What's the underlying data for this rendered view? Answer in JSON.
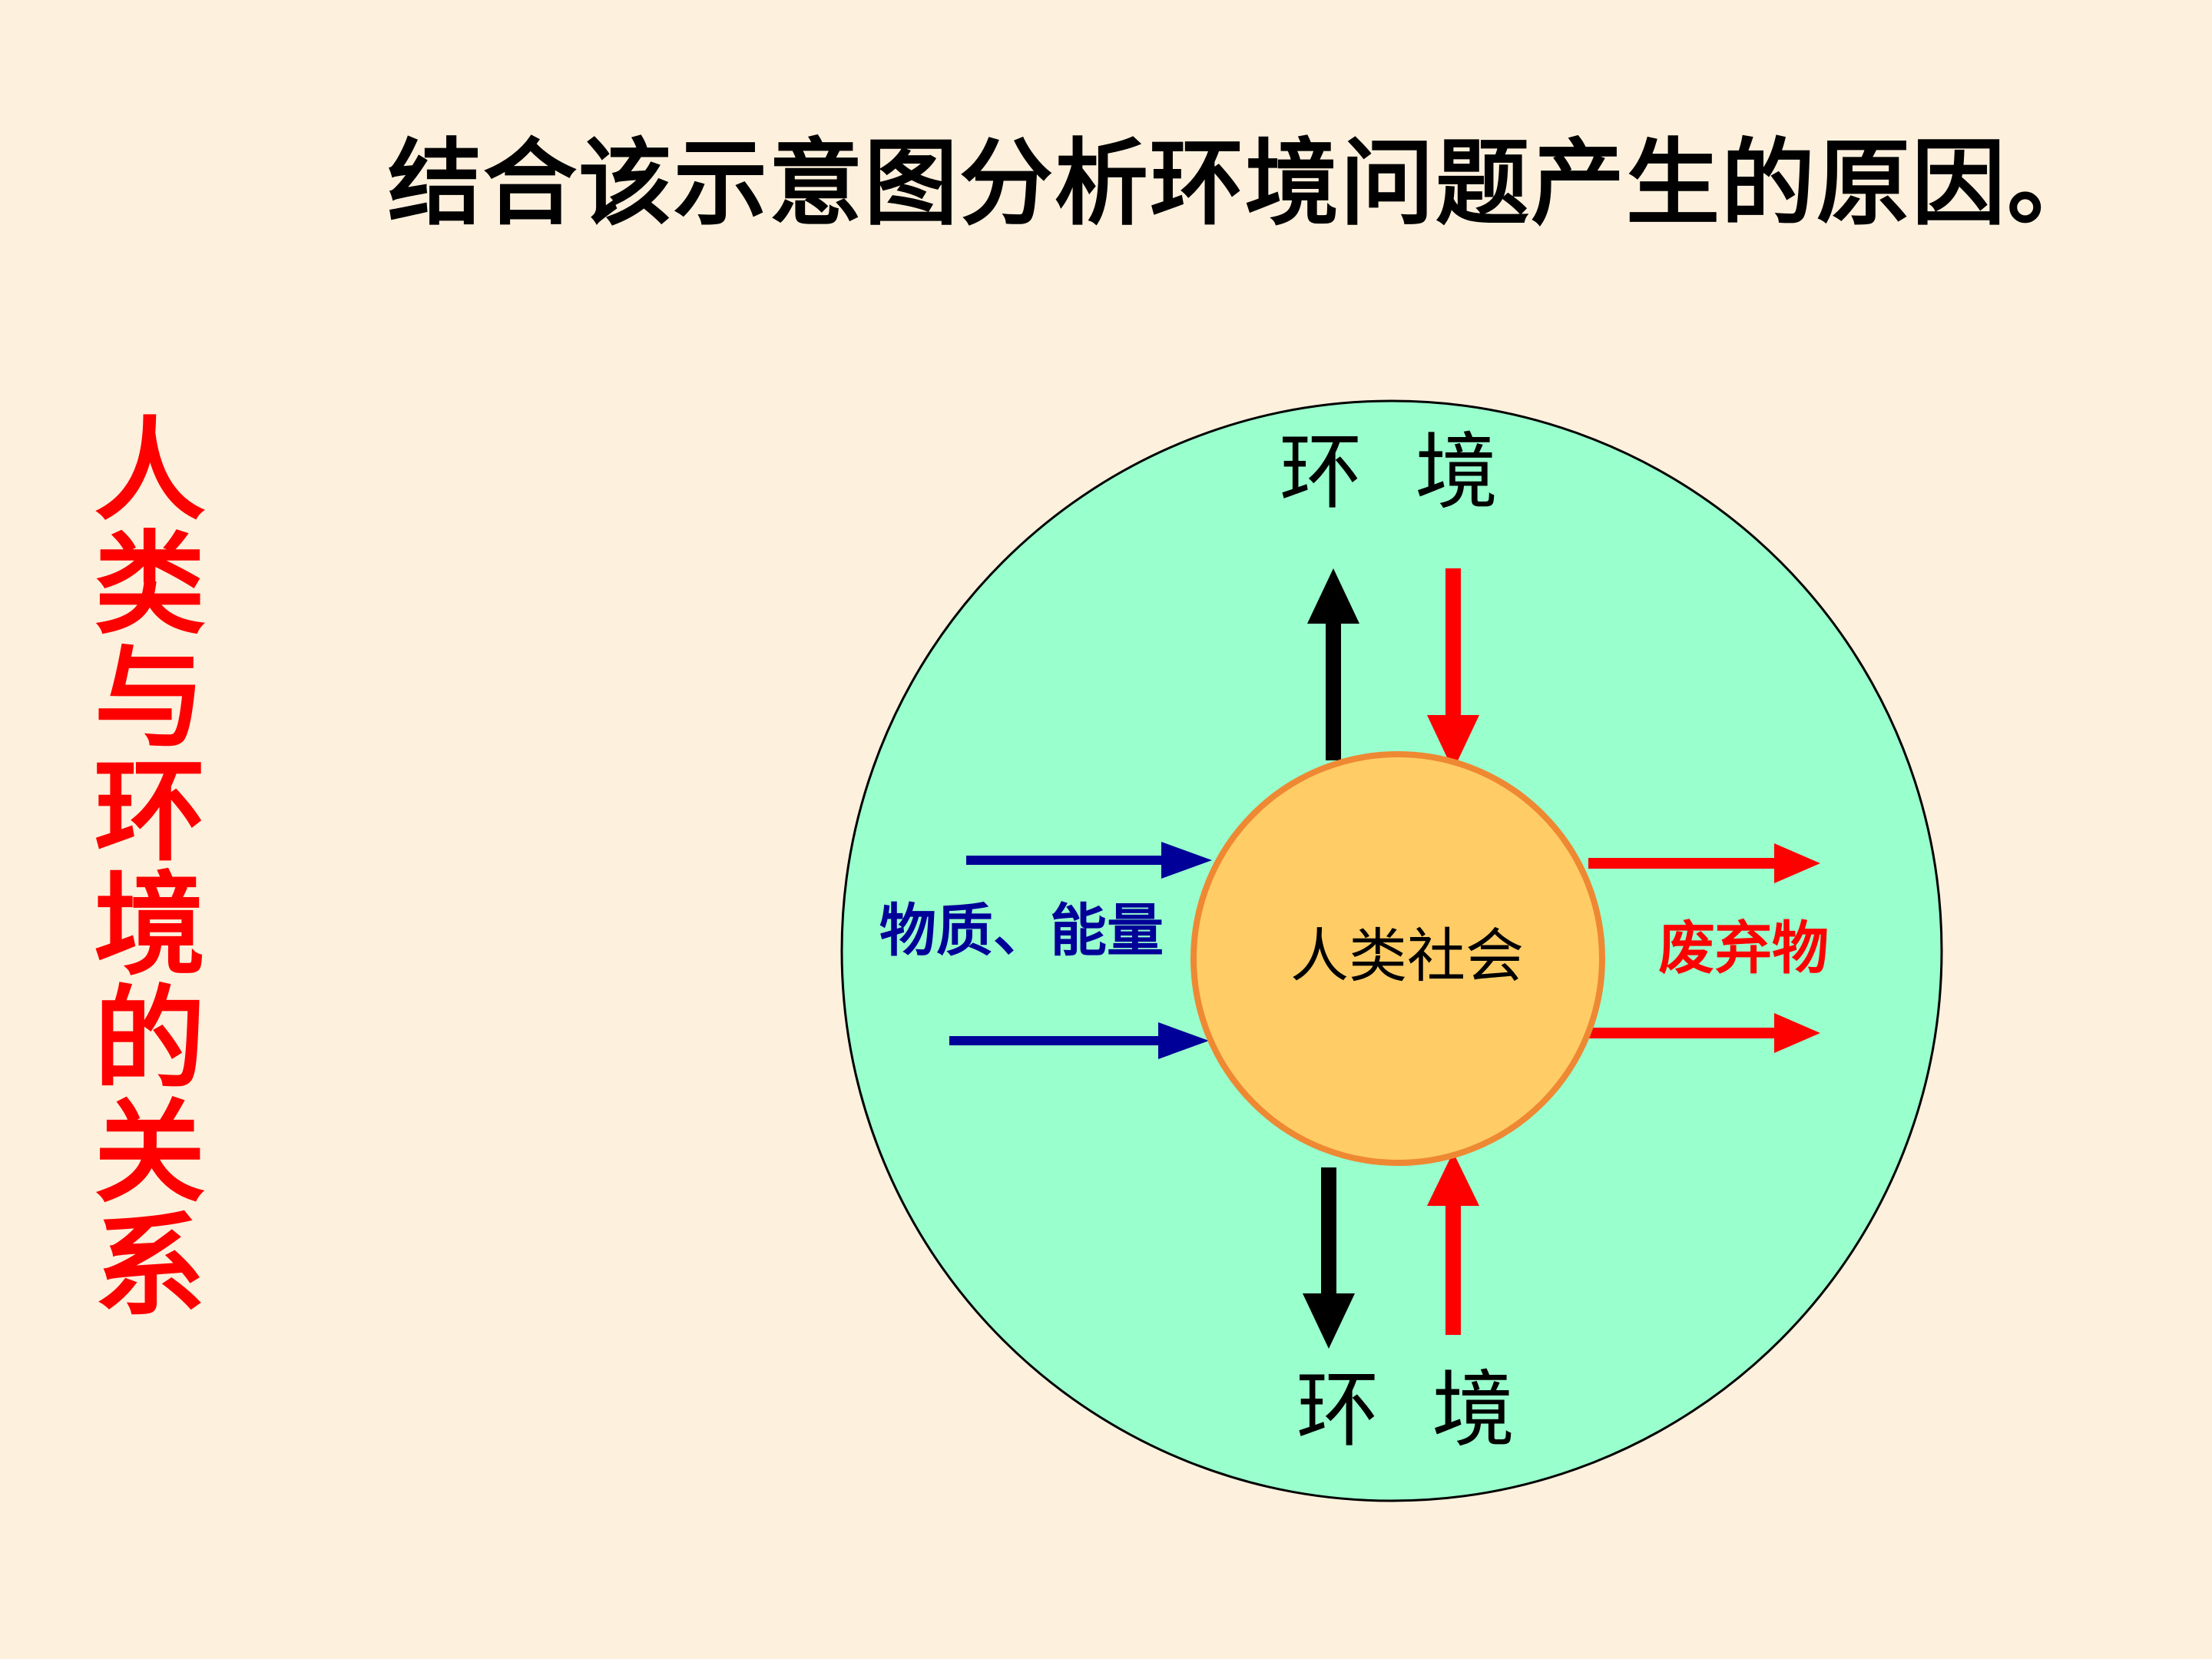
{
  "title": "结合该示意图分析环境问题产生的原因。",
  "side_title": "人类与环境的关系",
  "diagram": {
    "environment_top": "环  境",
    "environment_bottom": "环  境",
    "center_label": "人类社会",
    "input_label": "物质、能量",
    "output_label": "废弃物"
  },
  "colors": {
    "background": "#fdf0dd",
    "outer_circle": "#99ffcc",
    "inner_circle": "#ffcc66",
    "inner_border": "#ee8833",
    "input_arrows": "#000099",
    "output_arrows": "#ff0000",
    "environment_arrows": "#000000",
    "side_title": "#ff0000"
  }
}
